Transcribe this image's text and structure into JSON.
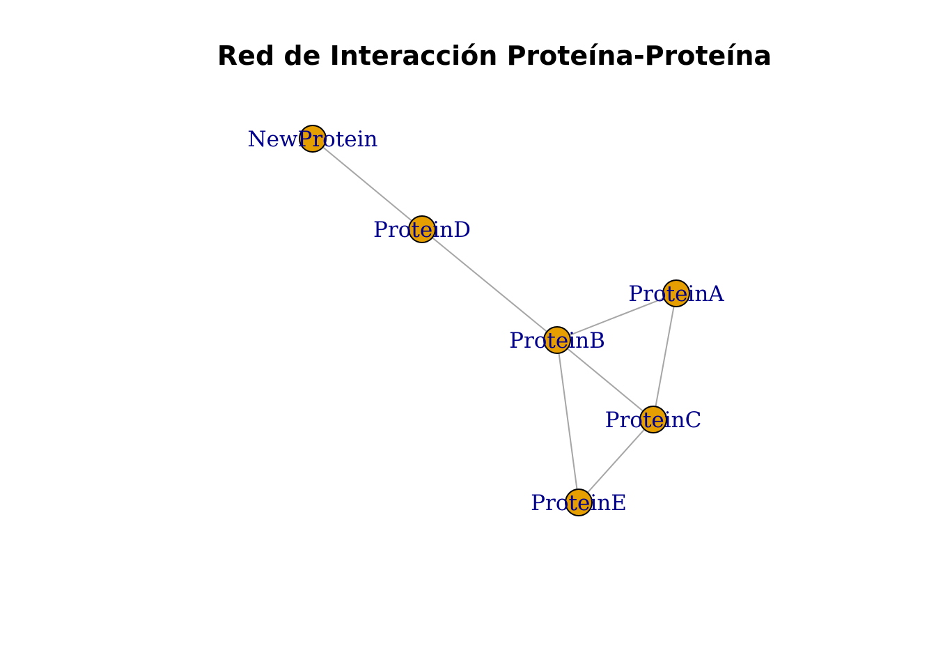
{
  "title": "Red de Interacción Proteína-Proteína",
  "colors": {
    "node_fill": "#E69F00",
    "node_stroke": "#000000",
    "edge": "#A6A6A6",
    "label": "#00008B"
  },
  "nodes": [
    {
      "id": "NewProtein",
      "label": "NewProtein"
    },
    {
      "id": "ProteinD",
      "label": "ProteinD"
    },
    {
      "id": "ProteinA",
      "label": "ProteinA"
    },
    {
      "id": "ProteinB",
      "label": "ProteinB"
    },
    {
      "id": "ProteinC",
      "label": "ProteinC"
    },
    {
      "id": "ProteinE",
      "label": "ProteinE"
    }
  ],
  "edges": [
    {
      "source": "NewProtein",
      "target": "ProteinD"
    },
    {
      "source": "ProteinD",
      "target": "ProteinB"
    },
    {
      "source": "ProteinB",
      "target": "ProteinA"
    },
    {
      "source": "ProteinA",
      "target": "ProteinC"
    },
    {
      "source": "ProteinB",
      "target": "ProteinC"
    },
    {
      "source": "ProteinB",
      "target": "ProteinE"
    },
    {
      "source": "ProteinC",
      "target": "ProteinE"
    }
  ]
}
